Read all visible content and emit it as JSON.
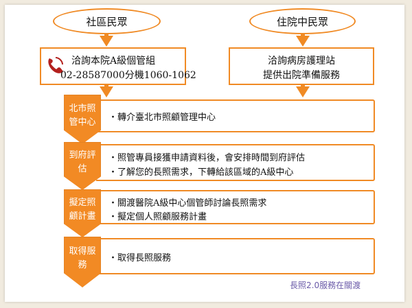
{
  "top": {
    "left_oval": "社區民眾",
    "right_oval": "住院中民眾"
  },
  "contact_left": {
    "line1": "洽詢本院A級個管組",
    "line2": "02-28587000分機1060-1062",
    "icon": "phone-icon"
  },
  "contact_right": {
    "line1": "洽詢病房護理站",
    "line2": "提供出院準備服務"
  },
  "steps": [
    {
      "label_lines": [
        "北市照",
        "管中心"
      ],
      "items": [
        "・轉介臺北市照顧管理中心"
      ]
    },
    {
      "label_lines": [
        "到府評",
        "估"
      ],
      "items": [
        "・照管專員接獲申請資料後，會安排時間到府評估",
        "・了解您的長照需求，下轉給該區域的A級中心"
      ]
    },
    {
      "label_lines": [
        "擬定照",
        "顧計畫"
      ],
      "items": [
        "・關渡醫院A級中心個管師討論長照需求",
        "・擬定個人照顧服務計畫"
      ]
    },
    {
      "label_lines": [
        "取得服",
        "務"
      ],
      "items": [
        "・取得長照服務"
      ]
    }
  ],
  "footer": "長照2.0服務在關渡",
  "colors": {
    "accent": "#f08a24",
    "footer_text": "#6a5aa8"
  }
}
